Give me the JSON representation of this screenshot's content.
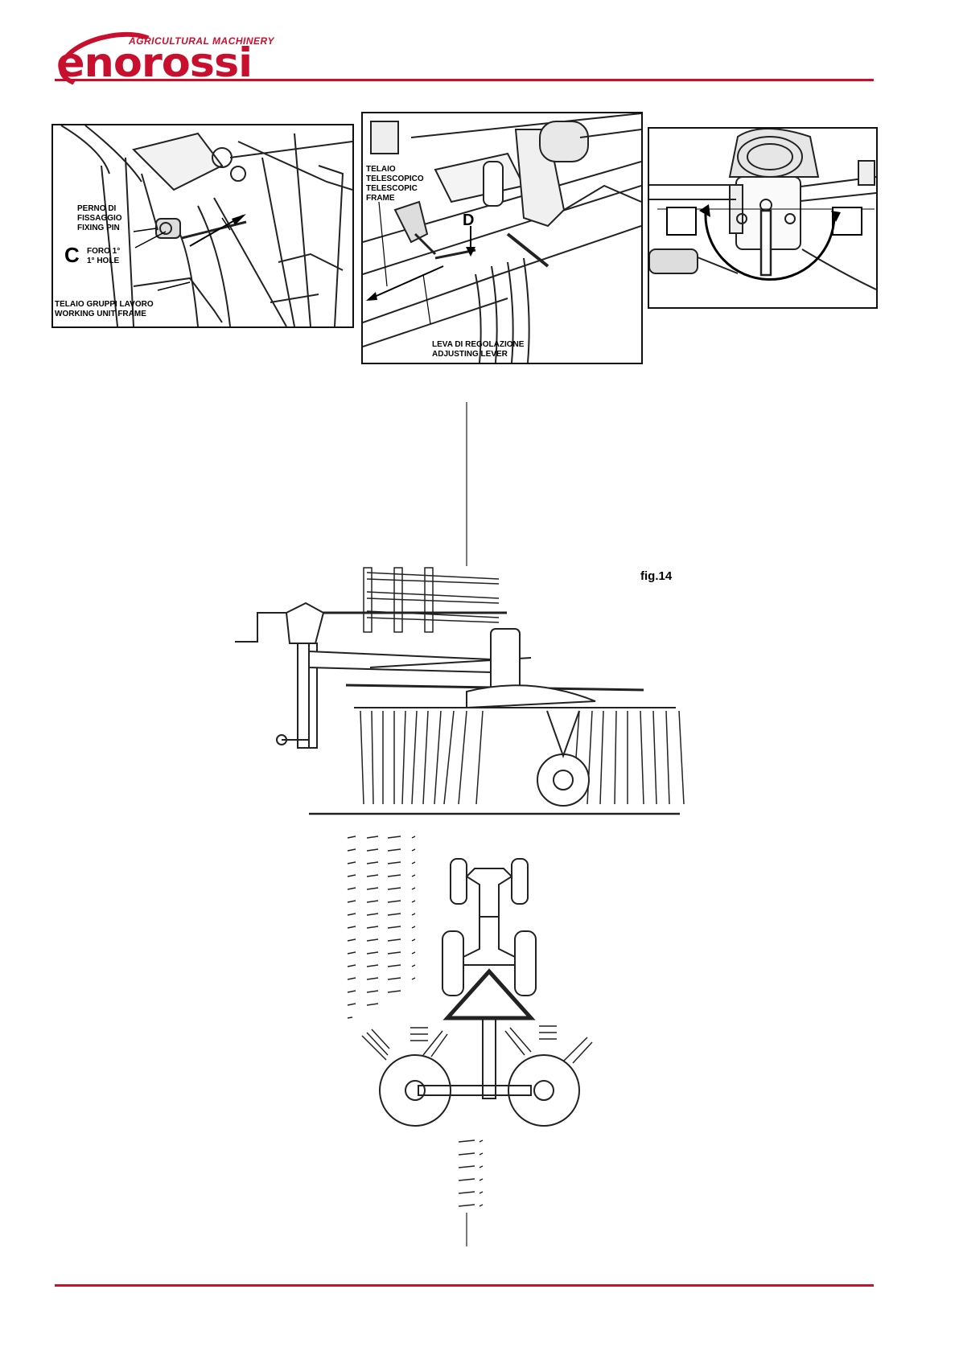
{
  "header": {
    "brand_name": "enorossi",
    "brand_tagline": "AGRICULTURAL MACHINERY",
    "accent_color": "#c8102e"
  },
  "panel_left": {
    "label_pin_it": "PERNO DI",
    "label_pin_it2": "FISSAGGIO",
    "label_pin_en": "FIXING PIN",
    "letter": "C",
    "label_hole_it": "FORO 1°",
    "label_hole_en": "1° HOLE",
    "label_frame_it": "TELAIO GRUPPI LAVORO",
    "label_frame_en": "WORKING UNIT FRAME"
  },
  "panel_middle": {
    "label_tele_1": "TELAIO",
    "label_tele_2": "TELESCOPICO",
    "label_tele_3": "TELESCOPIC",
    "label_tele_4": "FRAME",
    "letter": "D",
    "label_lever_it": "LEVA DI REGOLAZIONE",
    "label_lever_en": "ADJUSTING LEVER"
  },
  "figure": {
    "caption": "fig.14"
  }
}
